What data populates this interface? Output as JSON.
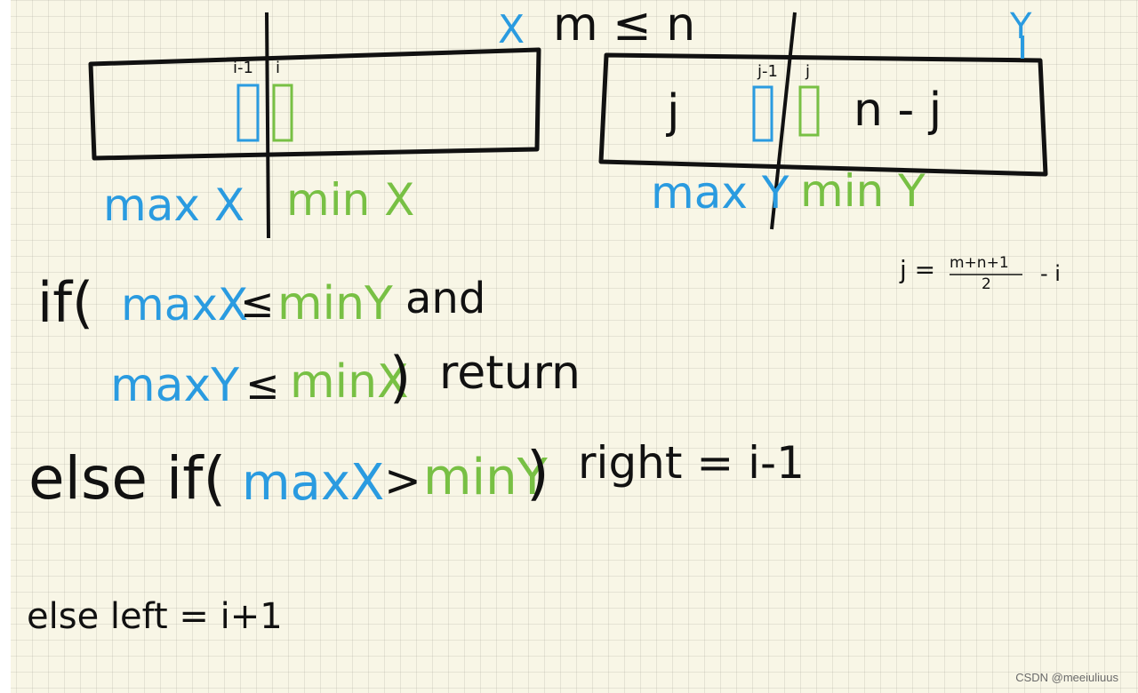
{
  "colors": {
    "ink": "#111111",
    "blue": "#2a9be0",
    "green": "#78c044",
    "paper": "#f8f6e6"
  },
  "header": {
    "x_label": "X",
    "condition": "m ≤ n",
    "y_label": "Y"
  },
  "array_x": {
    "i_minus_1": "i-1",
    "i": "i",
    "left_label": "max X",
    "right_label": "min X"
  },
  "array_y": {
    "j_left": "j",
    "j_minus_1": "j-1",
    "j": "j",
    "right_part": "n - j",
    "left_label": "max Y",
    "right_label": "min Y"
  },
  "formula": {
    "lhs": "j =",
    "numerator": "m+n+1",
    "denominator": "2",
    "tail": "- i"
  },
  "code": {
    "line1": {
      "kw": "if(",
      "a": "maxX",
      "op": "≤",
      "b": "minY",
      "conj": "and"
    },
    "line2": {
      "a": "maxY",
      "op": "≤",
      "b": "minX",
      "close": ")",
      "ret": "return"
    },
    "line3": {
      "kw": "else if(",
      "a": "maxX",
      "op": ">",
      "b": "minY",
      "close": ")",
      "rest": "right = i-1"
    },
    "line4": {
      "text": "else left = i+1"
    }
  },
  "watermark": "CSDN @meeiuliuus"
}
